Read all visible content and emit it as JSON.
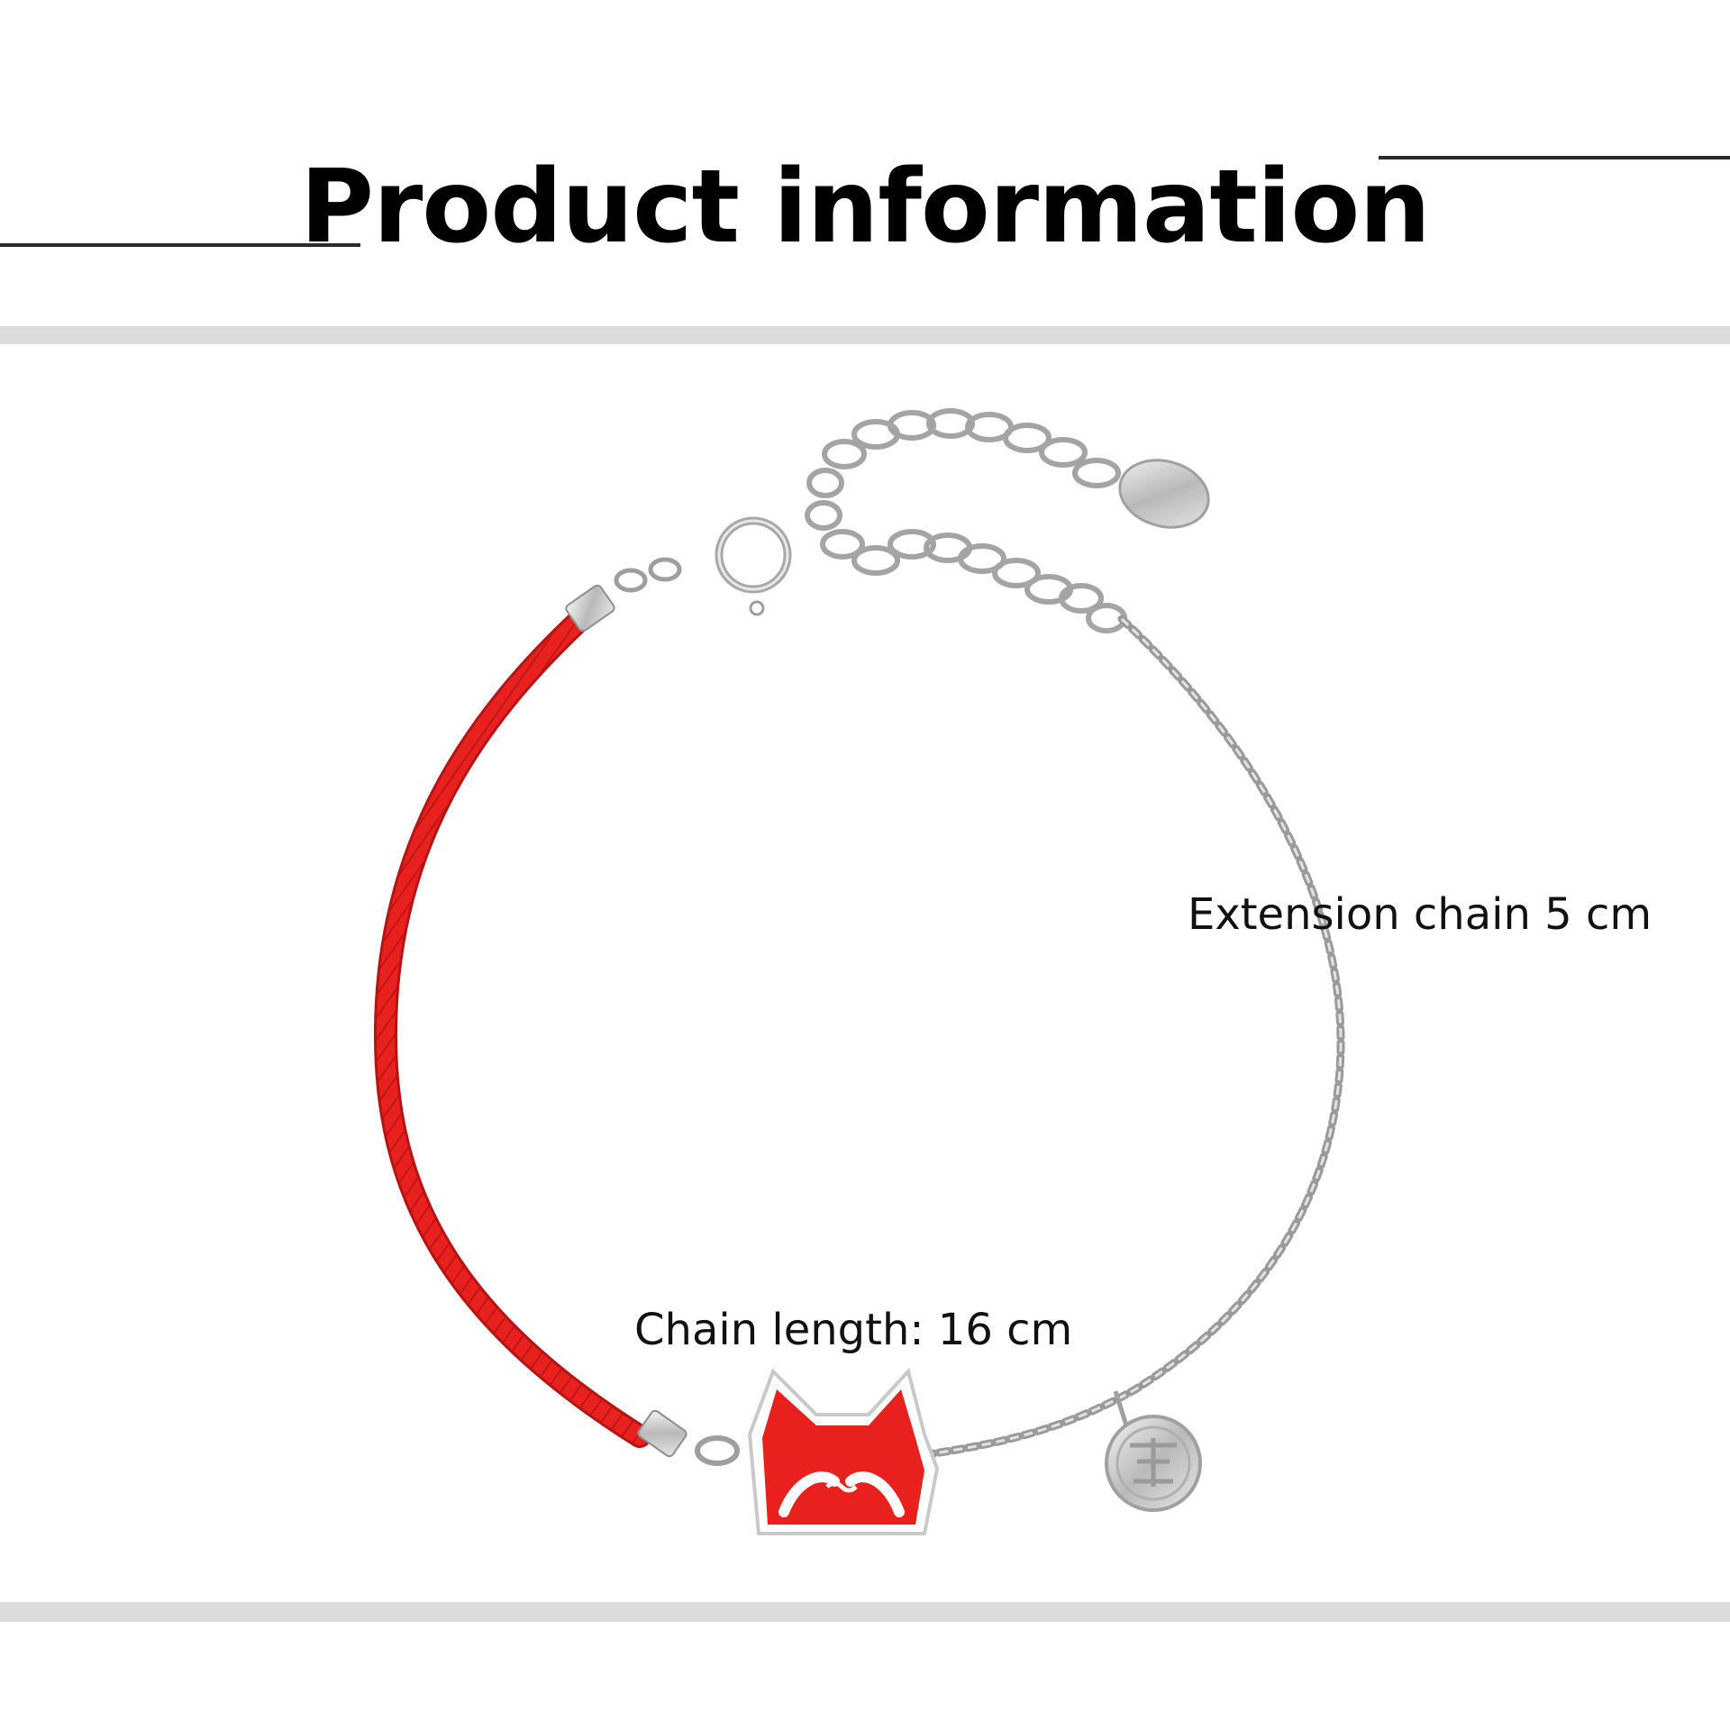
{
  "header": {
    "title": "Product information"
  },
  "labels": {
    "extension_chain": "Extension chain 5 cm",
    "chain_length": "Chain length: 16 cm"
  },
  "colors": {
    "cord_red": "#e8201e",
    "silver": "#c8c8c8",
    "rule_dark": "#2b2b2b",
    "divider_gray": "#dcdcdc"
  }
}
